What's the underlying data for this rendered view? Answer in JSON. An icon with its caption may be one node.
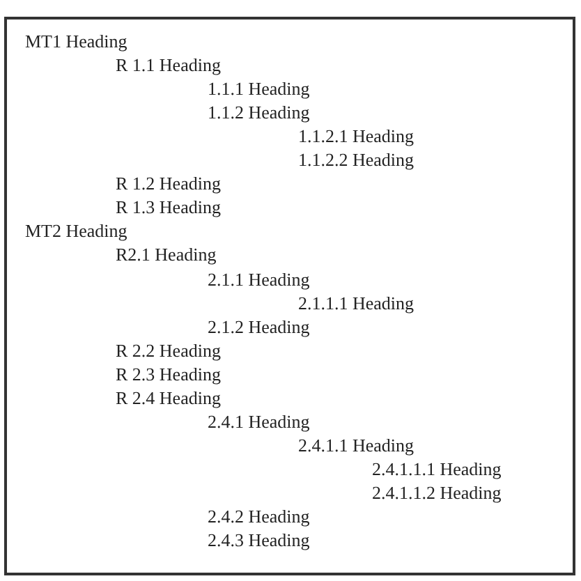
{
  "diagram": {
    "labels": [
      "MT1 Heading",
      "R 1.1 Heading",
      "1.1.1 Heading",
      "1.1.2 Heading",
      "1.1.2.1 Heading",
      "1.1.2.2 Heading",
      "R 1.2 Heading",
      "R 1.3 Heading",
      "MT2 Heading",
      "R2.1 Heading",
      "2.1.1 Heading",
      "2.1.1.1 Heading",
      "2.1.2 Heading",
      "R 2.2 Heading",
      "R 2.3 Heading",
      "R 2.4 Heading",
      "2.4.1 Heading",
      "2.4.1.1 Heading",
      "2.4.1.1.1 Heading",
      "2.4.1.1.2 Heading",
      "2.4.2 Heading",
      "2.4.3 Heading"
    ]
  }
}
